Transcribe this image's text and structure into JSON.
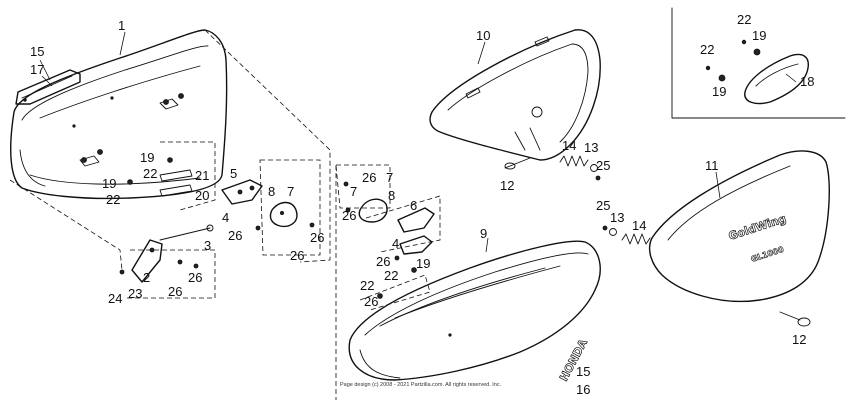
{
  "part_numbers": {
    "p1": "1",
    "p2": "2",
    "p3": "3",
    "p4a": "4",
    "p4b": "4",
    "p5": "5",
    "p6": "6",
    "p7a": "7",
    "p7b": "7",
    "p7c": "7",
    "p8a": "8",
    "p8b": "8",
    "p9": "9",
    "p10": "10",
    "p11": "11",
    "p12a": "12",
    "p12b": "12",
    "p13a": "13",
    "p13b": "13",
    "p14a": "14",
    "p14b": "14",
    "p15a": "15",
    "p15b": "15",
    "p16": "16",
    "p17": "17",
    "p18": "18",
    "p19a": "19",
    "p19b": "19",
    "p19c": "19",
    "p19d": "19",
    "p19e": "19",
    "p20": "20",
    "p21": "21",
    "p22a": "22",
    "p22b": "22",
    "p22c": "22",
    "p22d": "22",
    "p22e": "22",
    "p22f": "22",
    "p23": "23",
    "p24": "24",
    "p25a": "25",
    "p25b": "25",
    "p26a": "26",
    "p26b": "26",
    "p26c": "26",
    "p26d": "26",
    "p26e": "26",
    "p26f": "26",
    "p26g": "26",
    "p26h": "26",
    "p26i": "26"
  },
  "copyright": "Page design (c) 2008 - 2021 Partzilla.com. All rights reserved. Inc.",
  "emblems": {
    "side_cover_logo": "GoldWing",
    "side_cover_sub": "GL1000",
    "badge": "HONDA"
  },
  "icons": [
    "dashed-outline",
    "bolt-icon",
    "spring-icon",
    "bracket-icon"
  ]
}
